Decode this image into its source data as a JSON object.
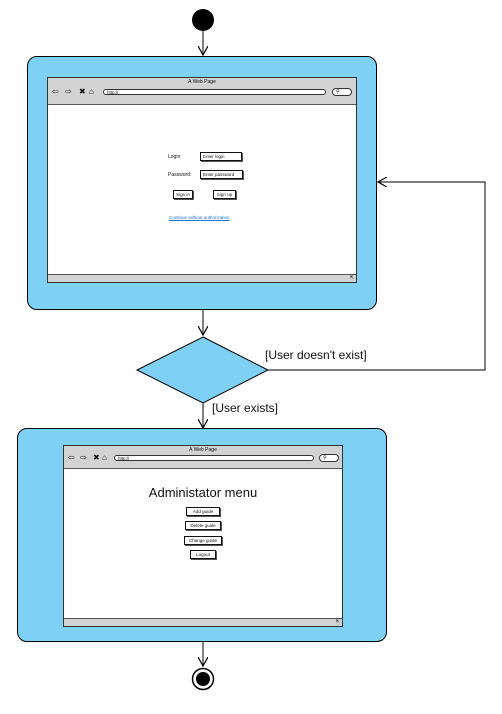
{
  "login_screen": {
    "window_title": "A Web Page",
    "url": "http://",
    "login_label": "Login:",
    "login_placeholder": "Enter login",
    "password_label": "Password:",
    "password_placeholder": "Enter password",
    "sign_in": "Sign in",
    "sign_up": "Sign up",
    "guest_link": "Continue without authorization"
  },
  "decision": {
    "fail_label": "[User doesn't exist]",
    "success_label": "[User exists]"
  },
  "admin_screen": {
    "window_title": "A Web Page",
    "url": "http://",
    "heading": "Administator menu",
    "buttons": [
      "Add guide",
      "Delete guide",
      "Change guide",
      "Logout"
    ]
  },
  "colors": {
    "state_fill": "#7fd0f5",
    "line": "#000000",
    "chrome": "#d3d3d3"
  }
}
